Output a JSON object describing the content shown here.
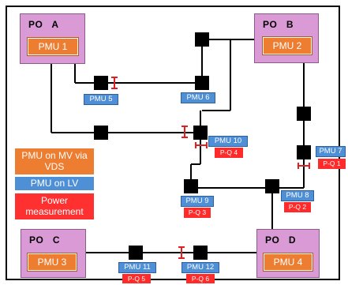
{
  "stations": [
    {
      "title": "PO   A",
      "pmu": "PMU 1"
    },
    {
      "title": "PO   B",
      "pmu": "PMU 2"
    },
    {
      "title": "PO   C",
      "pmu": "PMU 3"
    },
    {
      "title": "PO   D",
      "pmu": "PMU 4"
    }
  ],
  "lv_tags": [
    "PMU 5",
    "PMU 6",
    "PMU 10",
    "PMU 7",
    "PMU 9",
    "PMU 8",
    "PMU 11",
    "PMU 12"
  ],
  "pq_tags": [
    "P-Q 4",
    "P-Q 1",
    "P-Q 3",
    "P-Q 2",
    "P-Q 5",
    "P-Q 6"
  ],
  "legend": {
    "mv": "PMU on MV via VDS",
    "lv": "PMU on LV",
    "power": "Power measurement"
  },
  "colors": {
    "station": "#d99ad6",
    "pmu_mv": "#ed7d31",
    "pmu_lv": "#4f8fd6",
    "power": "#ff3030",
    "breaker": "#000000"
  }
}
